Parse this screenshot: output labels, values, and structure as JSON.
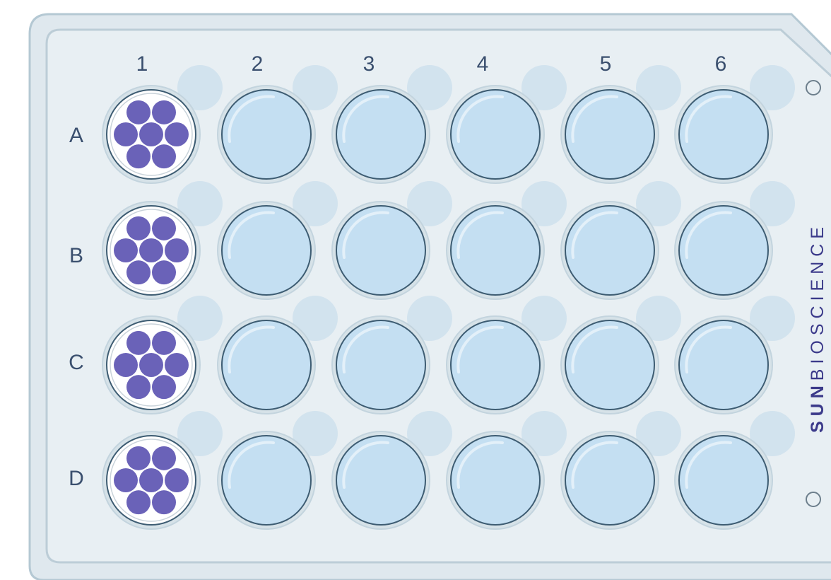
{
  "plate": {
    "columns": [
      "1",
      "2",
      "3",
      "4",
      "5",
      "6"
    ],
    "rows": [
      "A",
      "B",
      "C",
      "D"
    ],
    "loaded_column": "1",
    "inserts_per_loaded_well": 7
  },
  "brand": {
    "bold": "SUN",
    "light": "BIOSCIENCE"
  },
  "colors": {
    "plate_border": "#b4c8d3",
    "plate_fill": "#e8eff3",
    "well_liquid": "#c4dff2",
    "well_rim": "#3d5c72",
    "insert_fill": "#6a62b8",
    "brand": "#3b3a8a"
  }
}
